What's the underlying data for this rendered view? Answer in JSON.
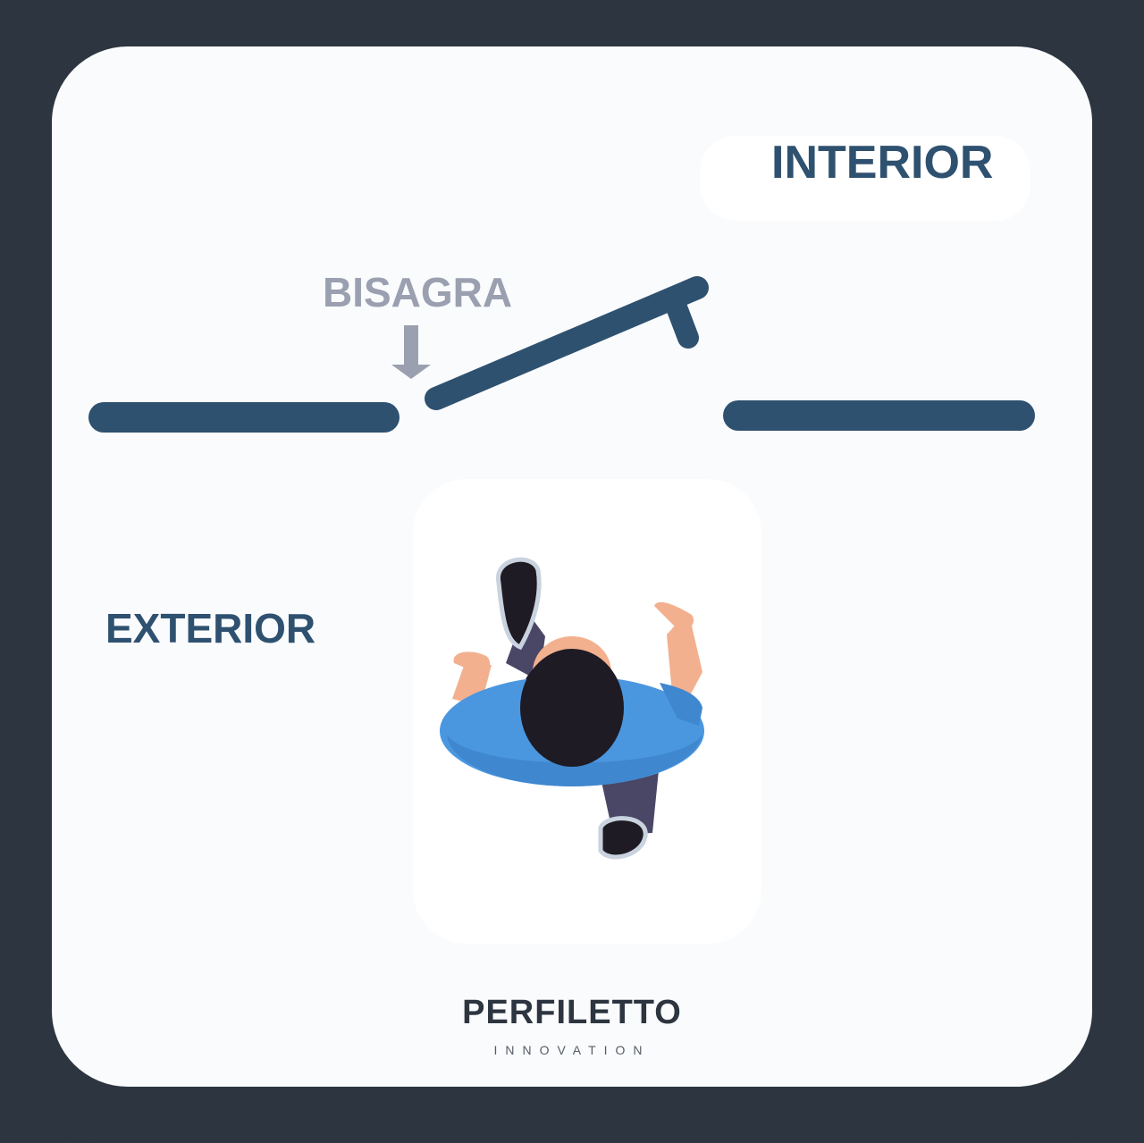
{
  "labels": {
    "interior": "INTERIOR",
    "exterior": "EXTERIOR",
    "hinge": "BISAGRA"
  },
  "logo": {
    "name": "PERFILETTO",
    "tagline": "INNOVATION"
  },
  "colors": {
    "frame": "#2d3540",
    "wall": "#2f5170",
    "hinge_label": "#9aa0b0",
    "shirt": "#4a97e0",
    "hair": "#1e1b24",
    "skin": "#f2b08f",
    "pants": "#4a4766"
  },
  "icons": [
    "arrow-down-icon",
    "person-topview-icon"
  ]
}
